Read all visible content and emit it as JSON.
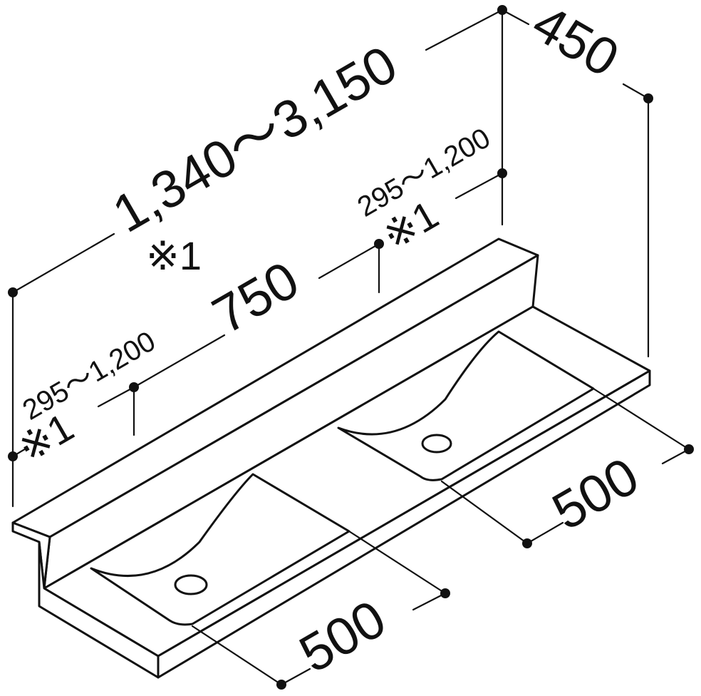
{
  "dimensions": {
    "overall_width": "1,340～3,150",
    "overall_note": "※1",
    "depth": "450",
    "bowl_spacing": "750",
    "left_offset": "295～1,200",
    "left_offset_note": "※1",
    "right_offset": "295～1,200",
    "right_offset_note": "※1",
    "right_bowl_width": "500",
    "left_bowl_width": "500"
  },
  "colors": {
    "line": "#111111",
    "background": "#ffffff"
  }
}
